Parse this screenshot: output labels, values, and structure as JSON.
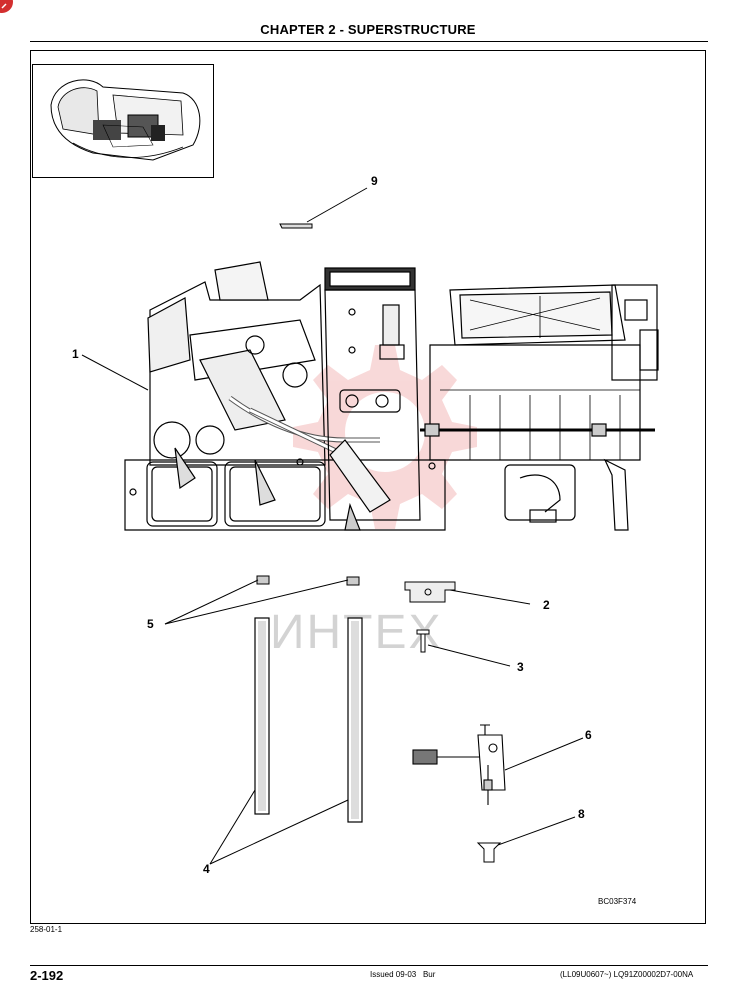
{
  "header": {
    "chapter_title": "CHAPTER 2 - SUPERSTRUCTURE"
  },
  "figure": {
    "code": "BC03F374",
    "callouts": [
      "1",
      "2",
      "3",
      "4",
      "5",
      "6",
      "8",
      "9"
    ]
  },
  "watermark": {
    "text": "ИНТЕХ",
    "color": "#e05050"
  },
  "section_code": "258-01-1",
  "footer": {
    "page_number": "2-192",
    "issued": "Issued 09-03",
    "lang": "Bur",
    "publication": "(LL09U0607~)   LQ91Z00002D7-00NA"
  },
  "colors": {
    "corner": "#d32f2f",
    "ink": "#000000"
  }
}
